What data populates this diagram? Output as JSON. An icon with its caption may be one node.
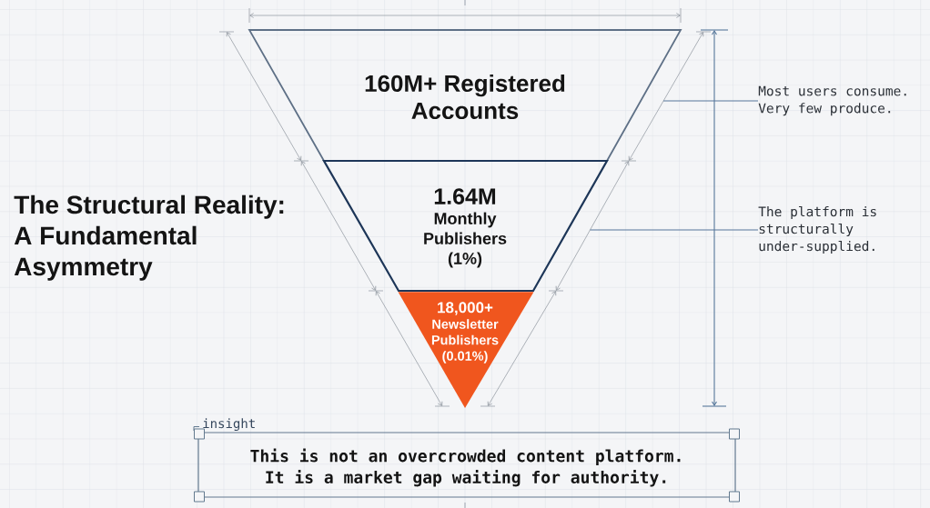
{
  "diagram": {
    "title": "The Structural Reality: A Fundamental Asymmetry",
    "nodes": [
      {
        "text": [
          "160M+ Registered Accounts"
        ]
      },
      {
        "text": [
          "1.64M",
          "Monthly Publishers (1%)"
        ]
      },
      {
        "text": [
          "18,000+",
          "Newsletter Publishers (0.01%)"
        ]
      },
      {
        "text": [
          "Most users consume. Very few produce."
        ]
      },
      {
        "text": [
          "The platform is structurally under-supplied."
        ]
      },
      {
        "text": [
          "insight",
          "This is not an overcrowded content platform. It is a market gap waiting for authority."
        ]
      }
    ],
    "edges": [
      {
        "from": 3,
        "to": 0,
        "arrow": "none"
      },
      {
        "from": 4,
        "to": 1,
        "arrow": "none"
      }
    ]
  }
}
